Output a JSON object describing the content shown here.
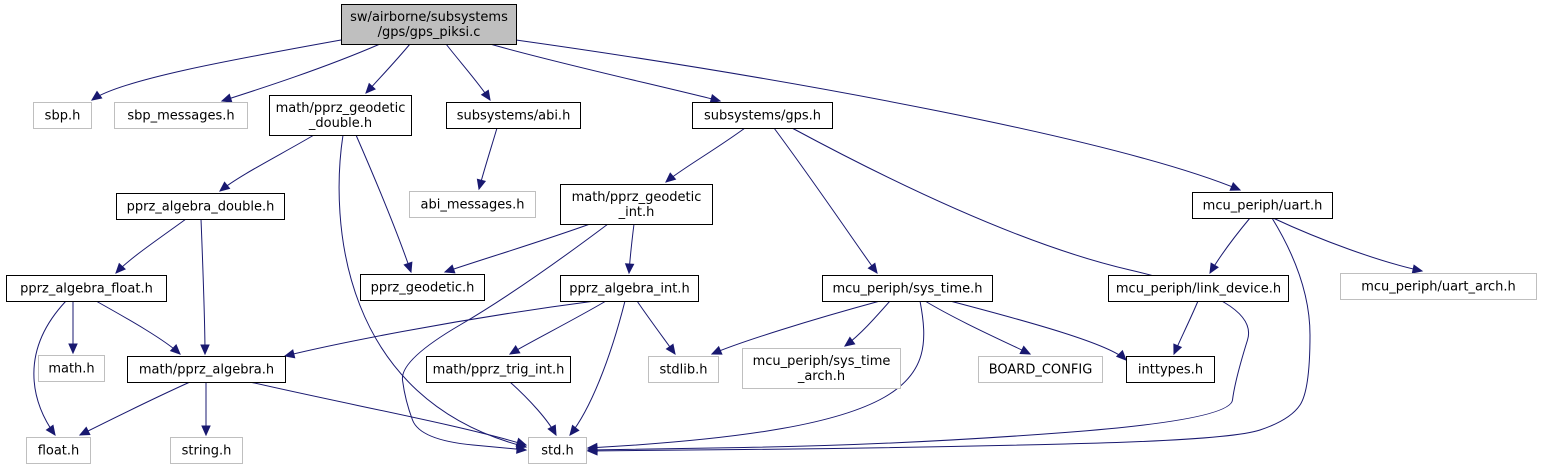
{
  "colors": {
    "edge": "#191970",
    "root_fill": "#bfbfbf",
    "root_border": "#000000",
    "documented_border": "#000000",
    "undocumented_border": "#bfbfbf",
    "undocumented_text": "#666666",
    "node_fill": "#ffffff"
  },
  "nodes": {
    "root": {
      "lines": [
        "sw/airborne/subsystems",
        "/gps/gps_piksi.c"
      ],
      "kind": "root"
    },
    "sbp": {
      "lines": [
        "sbp.h"
      ],
      "kind": "undocumented"
    },
    "sbp_messages": {
      "lines": [
        "sbp_messages.h"
      ],
      "kind": "undocumented"
    },
    "geodetic_double": {
      "lines": [
        "math/pprz_geodetic",
        "_double.h"
      ],
      "kind": "documented"
    },
    "abi": {
      "lines": [
        "subsystems/abi.h"
      ],
      "kind": "documented"
    },
    "gps": {
      "lines": [
        "subsystems/gps.h"
      ],
      "kind": "documented"
    },
    "uart": {
      "lines": [
        "mcu_periph/uart.h"
      ],
      "kind": "documented"
    },
    "algebra_double": {
      "lines": [
        "pprz_algebra_double.h"
      ],
      "kind": "documented"
    },
    "abi_messages": {
      "lines": [
        "abi_messages.h"
      ],
      "kind": "undocumented"
    },
    "geodetic_int": {
      "lines": [
        "math/pprz_geodetic",
        "_int.h"
      ],
      "kind": "documented"
    },
    "algebra_float": {
      "lines": [
        "pprz_algebra_float.h"
      ],
      "kind": "documented"
    },
    "geodetic": {
      "lines": [
        "pprz_geodetic.h"
      ],
      "kind": "documented"
    },
    "algebra_int": {
      "lines": [
        "pprz_algebra_int.h"
      ],
      "kind": "documented"
    },
    "sys_time": {
      "lines": [
        "mcu_periph/sys_time.h"
      ],
      "kind": "documented"
    },
    "link_device": {
      "lines": [
        "mcu_periph/link_device.h"
      ],
      "kind": "documented"
    },
    "uart_arch": {
      "lines": [
        "mcu_periph/uart_arch.h"
      ],
      "kind": "undocumented"
    },
    "math": {
      "lines": [
        "math.h"
      ],
      "kind": "undocumented"
    },
    "algebra": {
      "lines": [
        "math/pprz_algebra.h"
      ],
      "kind": "documented"
    },
    "trig_int": {
      "lines": [
        "math/pprz_trig_int.h"
      ],
      "kind": "documented"
    },
    "stdlib": {
      "lines": [
        "stdlib.h"
      ],
      "kind": "undocumented"
    },
    "sys_time_arch": {
      "lines": [
        "mcu_periph/sys_time",
        "_arch.h"
      ],
      "kind": "undocumented"
    },
    "board_config": {
      "lines": [
        "BOARD_CONFIG"
      ],
      "kind": "undocumented"
    },
    "inttypes": {
      "lines": [
        "inttypes.h"
      ],
      "kind": "documented"
    },
    "float": {
      "lines": [
        "float.h"
      ],
      "kind": "undocumented"
    },
    "string": {
      "lines": [
        "string.h"
      ],
      "kind": "undocumented"
    },
    "std": {
      "lines": [
        "std.h"
      ],
      "kind": "undocumented"
    }
  },
  "edges": [
    [
      "root",
      "sbp"
    ],
    [
      "root",
      "sbp_messages"
    ],
    [
      "root",
      "geodetic_double"
    ],
    [
      "root",
      "abi"
    ],
    [
      "root",
      "gps"
    ],
    [
      "root",
      "uart"
    ],
    [
      "geodetic_double",
      "algebra_double"
    ],
    [
      "geodetic_double",
      "geodetic"
    ],
    [
      "geodetic_double",
      "std"
    ],
    [
      "abi",
      "abi_messages"
    ],
    [
      "gps",
      "geodetic_int"
    ],
    [
      "gps",
      "sys_time"
    ],
    [
      "gps",
      "std"
    ],
    [
      "uart",
      "link_device"
    ],
    [
      "uart",
      "uart_arch"
    ],
    [
      "uart",
      "std"
    ],
    [
      "algebra_double",
      "algebra_float"
    ],
    [
      "algebra_double",
      "algebra"
    ],
    [
      "geodetic_int",
      "geodetic"
    ],
    [
      "geodetic_int",
      "algebra_int"
    ],
    [
      "geodetic_int",
      "std"
    ],
    [
      "algebra_float",
      "math"
    ],
    [
      "algebra_float",
      "algebra"
    ],
    [
      "algebra_float",
      "float"
    ],
    [
      "algebra_int",
      "algebra"
    ],
    [
      "algebra_int",
      "trig_int"
    ],
    [
      "algebra_int",
      "stdlib"
    ],
    [
      "algebra_int",
      "std"
    ],
    [
      "sys_time",
      "stdlib"
    ],
    [
      "sys_time",
      "sys_time_arch"
    ],
    [
      "sys_time",
      "board_config"
    ],
    [
      "sys_time",
      "inttypes"
    ],
    [
      "sys_time",
      "std"
    ],
    [
      "link_device",
      "inttypes"
    ],
    [
      "algebra",
      "float"
    ],
    [
      "algebra",
      "string"
    ],
    [
      "algebra",
      "std"
    ],
    [
      "trig_int",
      "std"
    ]
  ]
}
